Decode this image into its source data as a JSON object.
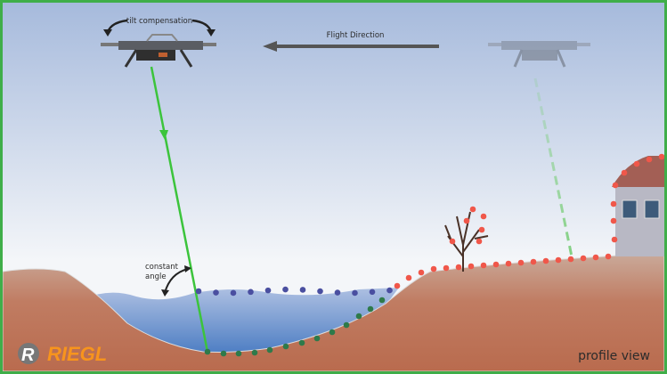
{
  "labels": {
    "tilt_compensation": "tilt compensation",
    "flight_direction": "Flight Direction",
    "constant_angle_line1": "constant",
    "constant_angle_line2": "angle",
    "logo": "RIEGL",
    "view": "profile view"
  },
  "colors": {
    "border": "#3fae49",
    "laser": "#3cc43c",
    "water_surface_points": "#4a4fa0",
    "water_bottom_points": "#2e7a4a",
    "terrain_points": "#f0574a",
    "logo": "#f7941d"
  }
}
